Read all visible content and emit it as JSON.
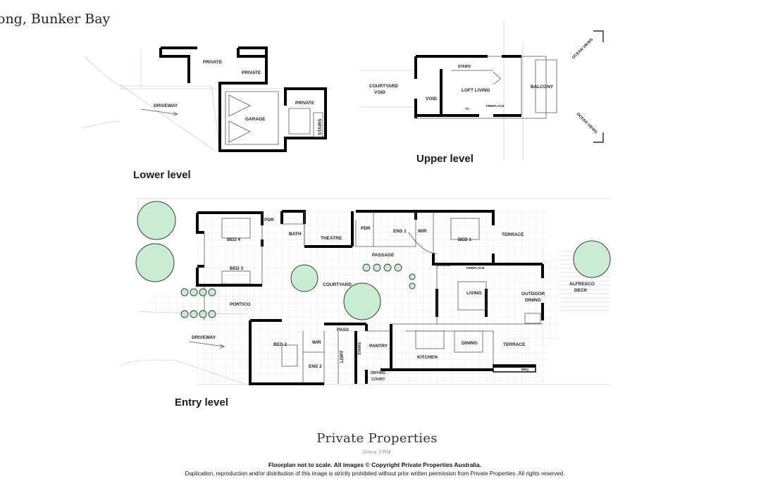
{
  "title": "ong, Bunker Bay",
  "levels": {
    "lower": "Lower level",
    "upper": "Upper level",
    "entry": "Entry level"
  },
  "rooms": {
    "lower": [
      "PRIVATE",
      "PRIVATE",
      "PRIVATE",
      "DRIVEWAY",
      "GARAGE",
      "STAIRS"
    ],
    "upper": [
      "COURTYARD",
      "VOID",
      "VOID",
      "STAIRS",
      "LOFT LIVING",
      "BALCONY",
      "TV",
      "FIREPLACE",
      "OCEAN VIEWS",
      "OCEAN VIEWS"
    ],
    "entry": [
      "BED 4",
      "PDR",
      "BATH",
      "THEATRE",
      "PDR",
      "ENS 1",
      "WIR",
      "BED 1",
      "TERRACE",
      "PASSAGE",
      "BED 3",
      "STAIRS",
      "FIREPLACE",
      "COURTYARD",
      "LIVING",
      "OUTDOOR",
      "DINING",
      "ALFRESCO",
      "DECK",
      "PORTICO",
      "DRIVEWAY",
      "PASS",
      "BED 2",
      "WIR",
      "STAIRS",
      "PANTRY",
      "KITCHEN",
      "DINING",
      "TERRACE",
      "ENS 2",
      "LDRY",
      "DRYING",
      "COURT",
      "BBQ"
    ]
  },
  "footer": {
    "brand": "Private Properties",
    "since": "Since 1994",
    "disclaimer_bold": "Floorplan not to scale. All images © Copyright Private Properties Australia.",
    "disclaimer": "Duplication, reproduction and/or distribution of this image is strictly prohibited without prior written permission from Private Properties. All rights reserved."
  },
  "colors": {
    "wall": "#000000",
    "landscape_green": "#c9ecd2",
    "text": "#222222"
  }
}
